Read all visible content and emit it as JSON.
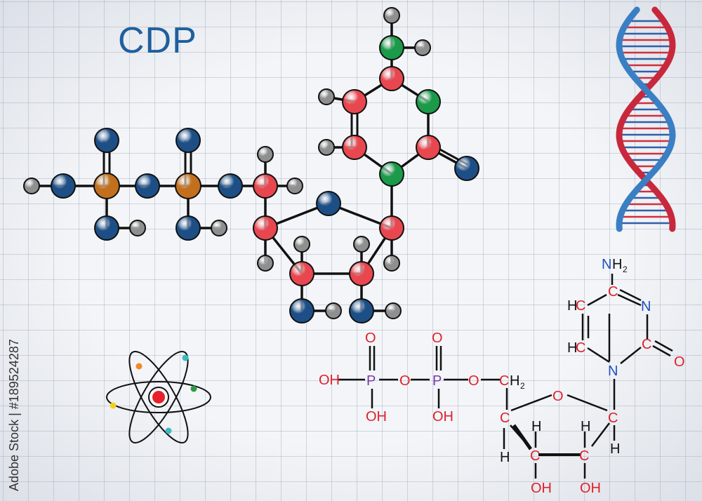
{
  "title": "CDP",
  "watermark": "Adobe Stock | #189524287",
  "colors": {
    "carbon": "#e8474f",
    "nitrogen": "#1b9a4a",
    "oxygen": "#1d4f86",
    "phosphorus": "#c2701e",
    "hydrogen": "#8f8f8f",
    "title": "#1f5f9c",
    "formula_red": "#e0202a",
    "formula_blue": "#1f4fbf",
    "formula_purple": "#7a3aa8",
    "dna_red": "#c8283c",
    "dna_blue": "#3a7fc4"
  },
  "icons": [
    "dna-helix-icon",
    "atom-icon"
  ],
  "formula": {
    "oxygen": "O",
    "nitrogen": "N",
    "phosphorus": "P",
    "carbon": "C",
    "hydrogen": "H",
    "hydroxyl": "OH",
    "oxygen_left": "O",
    "nh2_n": "N",
    "nh2_h": "H",
    "nh2_sub": "2",
    "hc_h": "H",
    "hc_c": "C",
    "ch2_c": "C",
    "ch2_h": "H",
    "ch2_sub": "2"
  }
}
